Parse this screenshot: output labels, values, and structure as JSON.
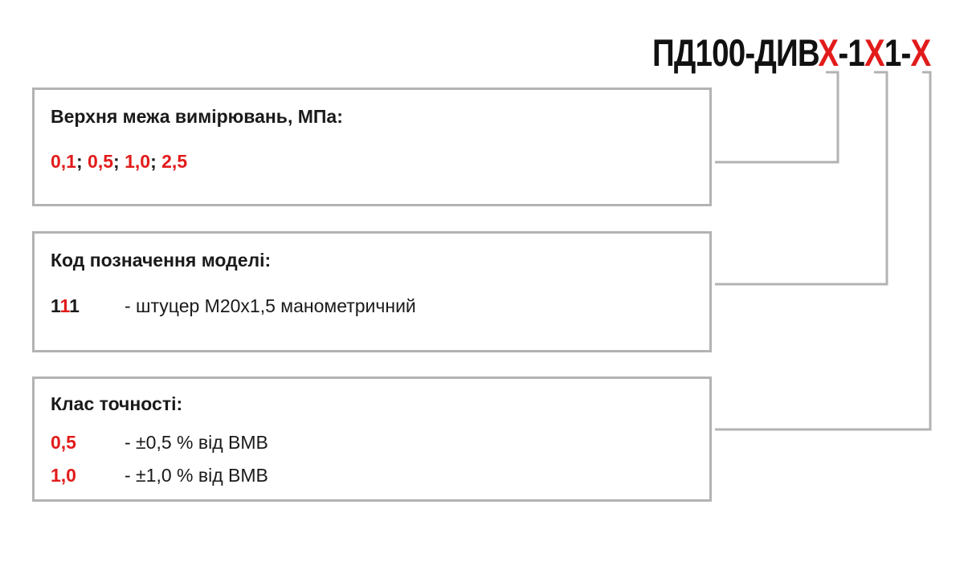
{
  "code": {
    "prefix": "ПД100-ДИВ",
    "x1": "Х",
    "mid": "-1",
    "x2": "Х",
    "mid2": "1-",
    "x3": "Х"
  },
  "box1": {
    "title": "Верхня межа вимірювань, МПа:",
    "values": [
      "0,1",
      "0,5",
      "1,0",
      "2,5"
    ],
    "separator": "; "
  },
  "box2": {
    "title": "Код позначення моделі:",
    "code_black1": "1",
    "code_red": "1",
    "code_black2": "1",
    "description": "- штуцер М20х1,5 манометричний"
  },
  "box3": {
    "title": "Клас точності:",
    "rows": [
      {
        "value": "0,5",
        "description": "- ±0,5 % від ВМВ"
      },
      {
        "value": "1,0",
        "description": "- ±1,0 % від ВМВ"
      }
    ]
  },
  "colors": {
    "accent": "#e21b1b",
    "border": "#b3b3b3",
    "text": "#1a1a1a"
  }
}
